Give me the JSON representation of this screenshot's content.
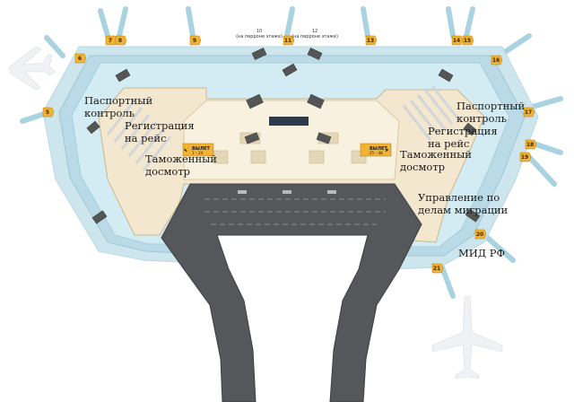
{
  "labels": {
    "passport_left": [
      "Паспортный",
      "контроль"
    ],
    "checkin_left": [
      "Регистрация",
      "на рейс"
    ],
    "customs_left": [
      "Таможенный",
      "досмотр"
    ],
    "passport_right": [
      "Паспортный",
      "контроль"
    ],
    "checkin_right": [
      "Регистрация",
      "на рейс"
    ],
    "customs_right": [
      "Таможенный",
      "досмотр"
    ],
    "migration": [
      "Управление по",
      "делам миграции"
    ],
    "mfa": "МИД РФ"
  },
  "gates": [
    {
      "num": "6"
    },
    {
      "num": "7"
    },
    {
      "num": "8"
    },
    {
      "num": "9"
    },
    {
      "num": "11"
    },
    {
      "num": "13"
    },
    {
      "num": "14"
    },
    {
      "num": "15"
    },
    {
      "num": "16"
    },
    {
      "num": "17"
    },
    {
      "num": "18"
    },
    {
      "num": "19"
    },
    {
      "num": "20"
    },
    {
      "num": "21"
    },
    {
      "num": "5"
    }
  ],
  "bus_gates": [
    {
      "num": "10",
      "note": "(на перроне этаже)"
    },
    {
      "num": "12",
      "note": "(на перроне этаже)"
    }
  ],
  "exit_signs": [
    {
      "title": "ВЫЛЕТ",
      "range": "1 – 24"
    },
    {
      "title": "ВЫЛЕТ",
      "range": "25 – 48"
    }
  ],
  "colors": {
    "apron": "#cde6ee",
    "terminal_hall": "#f3e8cf",
    "terminal_wall": "#a9cfdc",
    "gate_badge": "#f2b233",
    "road": "#55575a",
    "road_edge": "#3d3f42"
  }
}
